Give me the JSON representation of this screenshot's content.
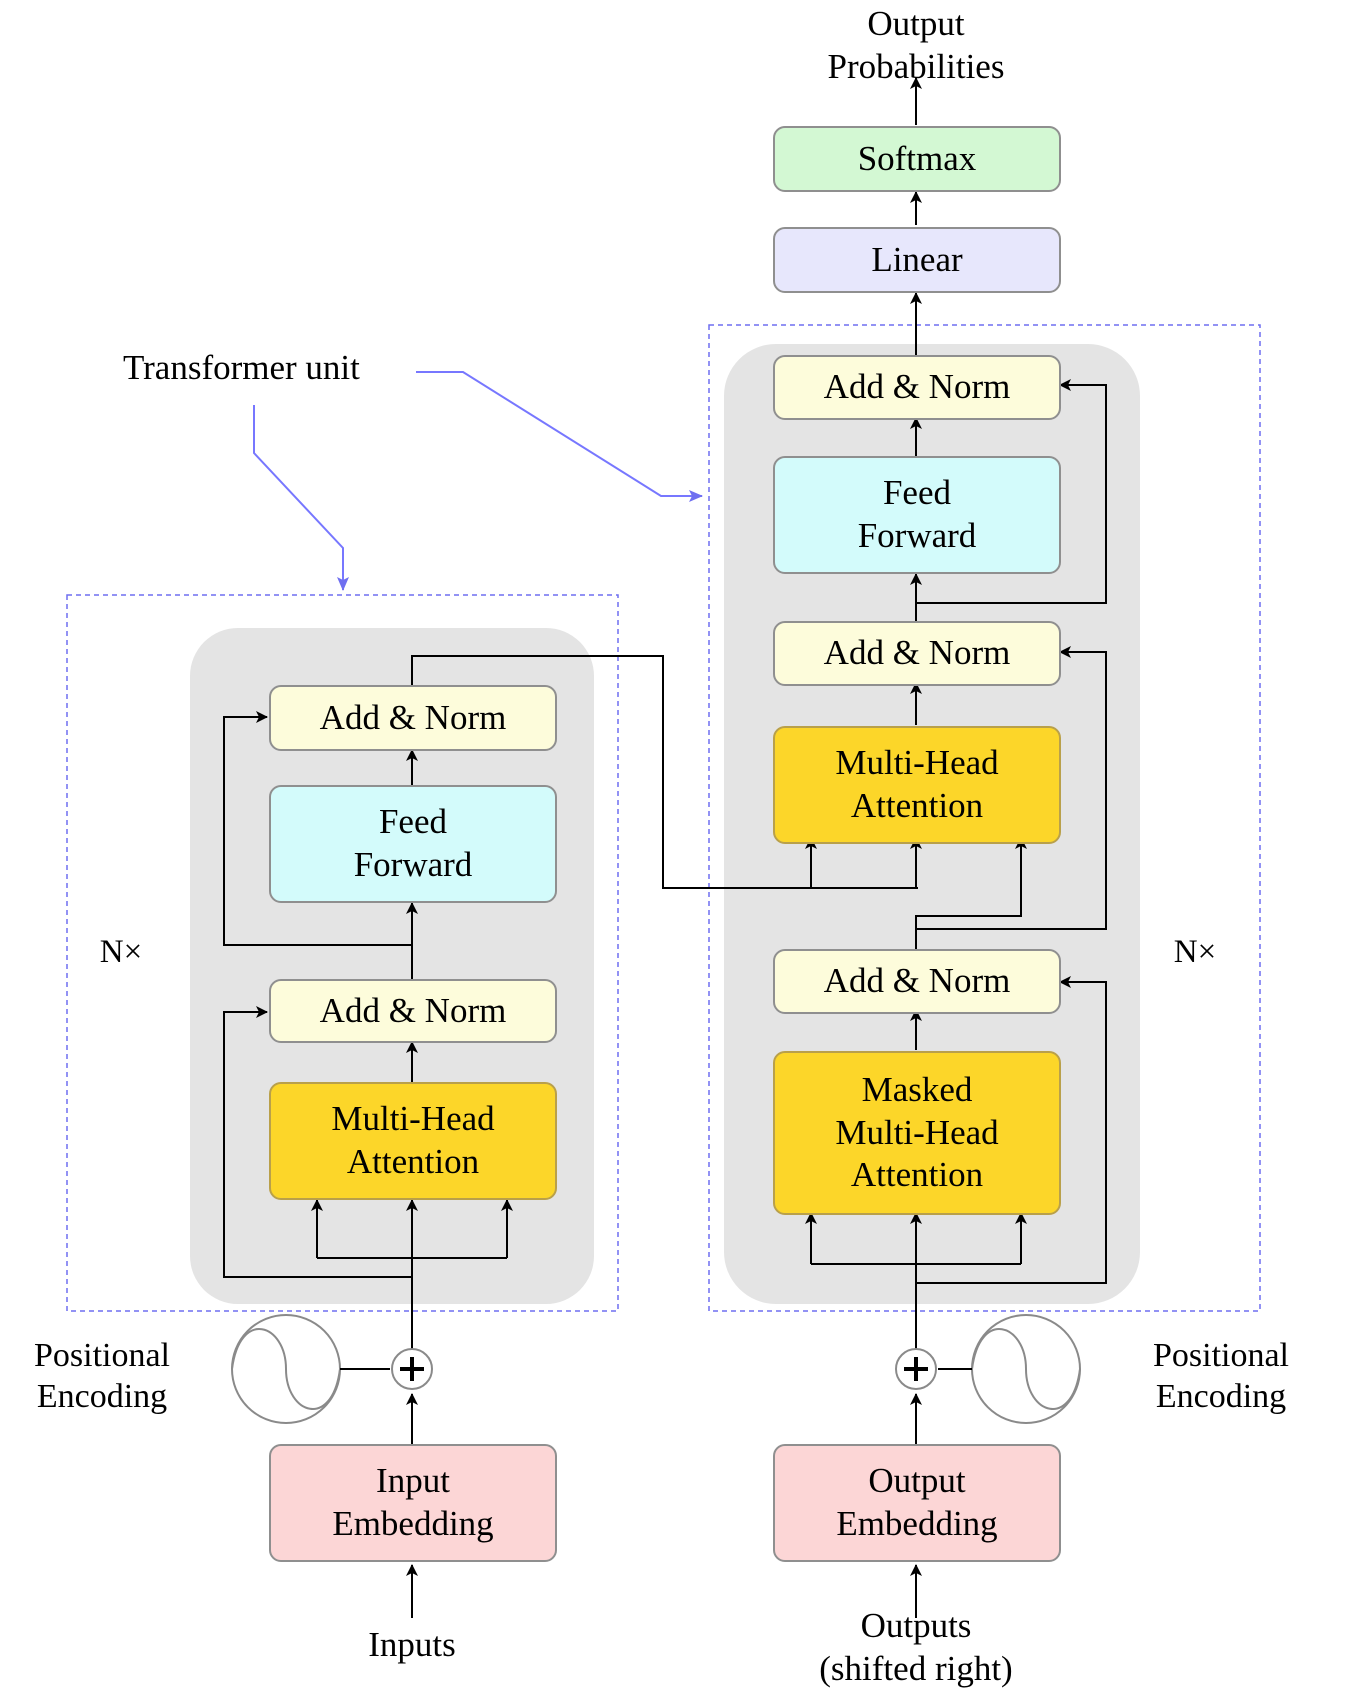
{
  "annotations": {
    "transformer_unit": "Transformer unit",
    "repeat_left": "N×",
    "repeat_right": "N×"
  },
  "encoder": {
    "add_norm_top": "Add & Norm",
    "feed_forward": "Feed\nForward",
    "add_norm_bottom": "Add & Norm",
    "multi_head_attention": "Multi-Head\nAttention",
    "input_embedding": "Input\nEmbedding",
    "inputs_label": "Inputs",
    "positional_encoding": "Positional\nEncoding"
  },
  "decoder": {
    "output_probabilities": "Output\nProbabilities",
    "softmax": "Softmax",
    "linear": "Linear",
    "add_norm_top": "Add & Norm",
    "feed_forward": "Feed\nForward",
    "add_norm_middle": "Add & Norm",
    "multi_head_attention": "Multi-Head\nAttention",
    "add_norm_bottom": "Add & Norm",
    "masked_multi_head_attention": "Masked\nMulti-Head\nAttention",
    "output_embedding": "Output\nEmbedding",
    "outputs_label": "Outputs\n(shifted right)",
    "positional_encoding": "Positional\nEncoding"
  },
  "colors": {
    "add_norm": "#fdfcdb",
    "feed_forward": "#d3fbfb",
    "attention": "#fcd629",
    "embedding": "#fcd6d6",
    "linear": "#e7e7fc",
    "softmax": "#d3f8d3",
    "unit_background": "#e4e4e4",
    "dashed_border": "#6f6ff0",
    "pointer_line": "#7777ff"
  }
}
